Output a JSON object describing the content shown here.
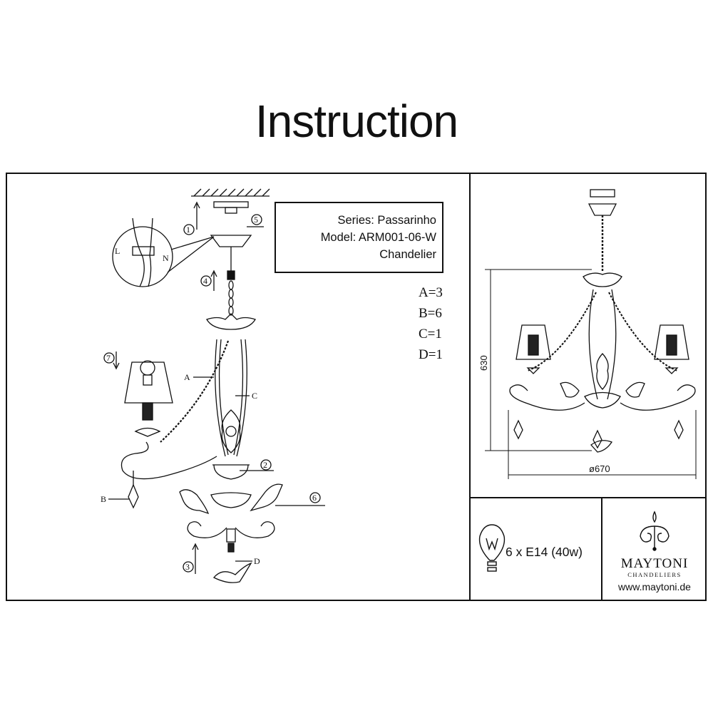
{
  "title": "Instruction",
  "info": {
    "series": "Series: Passarinho",
    "model": "Model: ARM001-06-W",
    "type": "Chandelier"
  },
  "parts": [
    "A=3",
    "B=6",
    "C=1",
    "D=1"
  ],
  "steps": [
    "1",
    "2",
    "3",
    "4",
    "5",
    "6",
    "7"
  ],
  "callouts": {
    "a": "A",
    "b": "B",
    "c": "C",
    "d": "D",
    "l": "L",
    "n": "N"
  },
  "dimensions": {
    "height": "630",
    "diameter": "ø670"
  },
  "power": "6 x E14 (40w)",
  "brand": {
    "name": "MAYTONI",
    "sub": "CHANDELIERS",
    "url": "www.maytoni.de"
  }
}
